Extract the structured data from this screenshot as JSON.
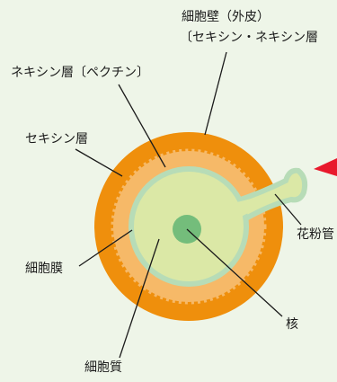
{
  "labels": {
    "wall_line1": "細胞壁（外皮）",
    "wall_line2": "〔セキシン・ネキシン層",
    "nexine": "ネキシン層〔ペクチン〕",
    "sexine": "セキシン層",
    "pollen_tube": "花粉管",
    "membrane": "細胞膜",
    "nucleus": "核",
    "cytoplasm": "細胞質"
  },
  "colors": {
    "background": "#eef5e8",
    "outer_wall": "#ef8f0c",
    "inner_wall": "#f6b968",
    "membrane": "#b7dcb7",
    "cytoplasm": "#dbe8a6",
    "nucleus": "#74bd7b",
    "leader_lines": "#1a1a1a",
    "arrow": "#e8192c"
  }
}
